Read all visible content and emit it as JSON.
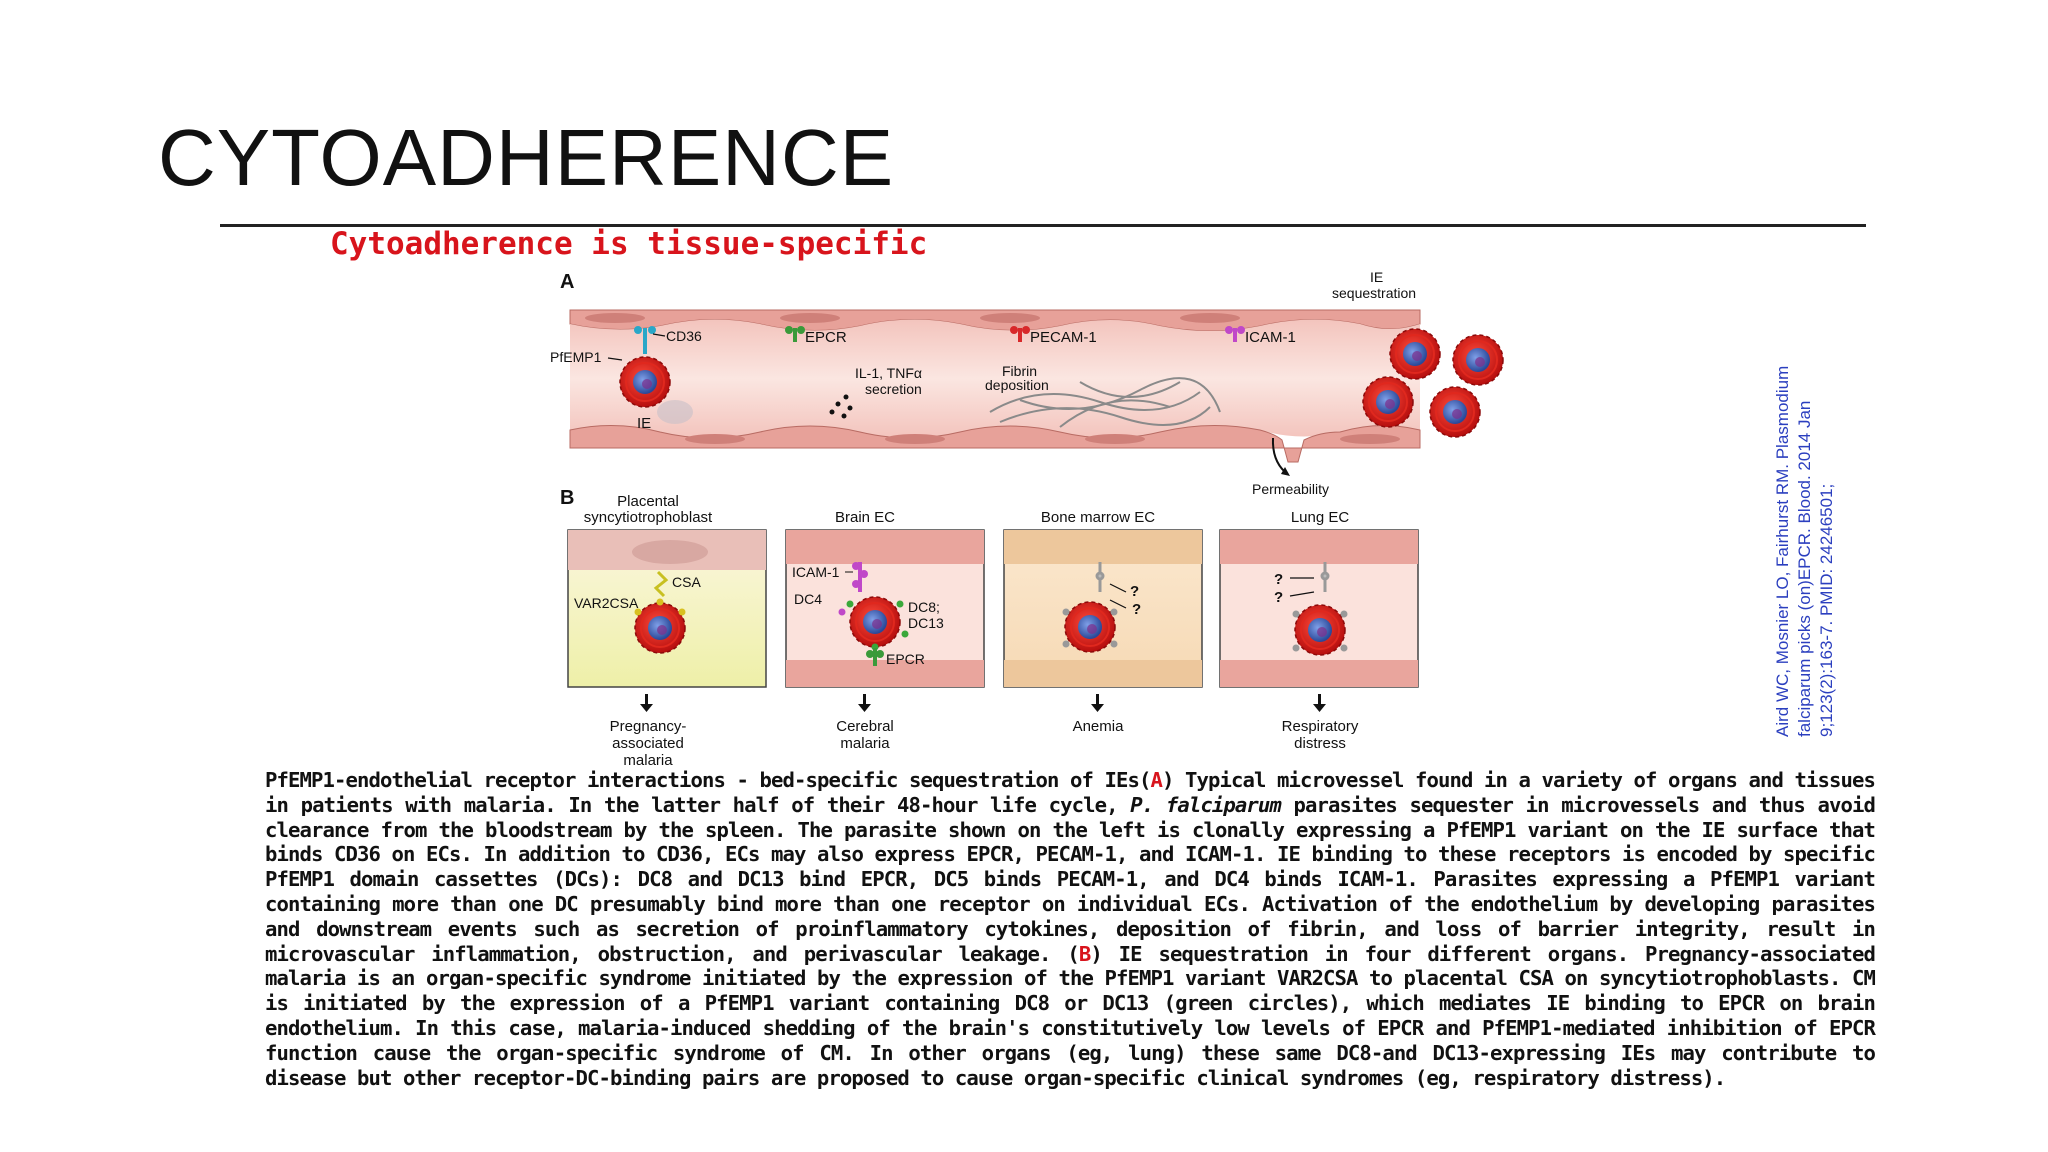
{
  "slide": {
    "title": "CYTOADHERENCE",
    "figure_heading": "Cytoadherence is tissue-specific"
  },
  "panel_a": {
    "letter": "A",
    "labels": {
      "cd36": "CD36",
      "pfemp1": "PfEMP1",
      "ie": "IE",
      "epcr": "EPCR",
      "pecam": "PECAM-1",
      "icam": "ICAM-1",
      "il1_line1": "IL-1, TNFα",
      "il1_line2": "secretion",
      "fibrin_line1": "Fibrin",
      "fibrin_line2": "deposition",
      "ie_seq_line1": "IE",
      "ie_seq_line2": "sequestration",
      "permeability": "Permeability"
    }
  },
  "panel_b": {
    "letter": "B",
    "organs": [
      {
        "title1": "Placental",
        "title2": "syncytiotrophoblast",
        "outcome1": "Pregnancy-",
        "outcome2": "associated",
        "outcome3": "malaria"
      },
      {
        "title1": "",
        "title2": "Brain EC",
        "outcome1": "Cerebral",
        "outcome2": "malaria",
        "outcome3": ""
      },
      {
        "title1": "",
        "title2": "Bone marrow EC",
        "outcome1": "Anemia",
        "outcome2": "",
        "outcome3": ""
      },
      {
        "title1": "",
        "title2": "Lung EC",
        "outcome1": "Respiratory",
        "outcome2": "distress",
        "outcome3": ""
      }
    ],
    "labels": {
      "csa": "CSA",
      "var2csa": "VAR2CSA",
      "icam": "ICAM-1",
      "dc4": "DC4",
      "dc8": "DC8;",
      "dc13": "DC13",
      "epcr": "EPCR",
      "q": "?"
    }
  },
  "citation": {
    "line1": "Aird WC, Mosnier LO, Fairhurst RM. Plasmodium",
    "line2": "falciparum picks (on)EPCR. Blood. 2014 Jan",
    "line3": "9;123(2):163-7. PMID: 24246501;"
  },
  "caption": {
    "s1": "PfEMP1-endothelial receptor interactions - bed-specific sequestration of IEs(",
    "label_a": "A",
    "s2": ") Typical microvessel found in a variety of organs and tissues in patients with malaria. In the latter half of their 48-hour life cycle, ",
    "s3_italic": "P. falciparum",
    "s4": " parasites sequester in microvessels and thus avoid clearance from the bloodstream by the spleen. The parasite shown on the left is clonally expressing a PfEMP1 variant on the IE surface that binds CD36 on ECs. In addition to CD36, ECs may also express EPCR, PECAM-1, and ICAM-1. IE binding to these receptors is encoded by specific PfEMP1 domain cassettes (DCs): DC8 and DC13 bind EPCR, DC5 binds PECAM-1, and DC4 binds ICAM-1. Parasites expressing a PfEMP1 variant containing more than one DC presumably bind more than one receptor on individual ECs. Activation of the endothelium by developing parasites and downstream events such as secretion of proinflammatory cytokines, deposition of fibrin, and loss of barrier integrity, result in microvascular inflammation, obstruction, and perivascular leakage. (",
    "label_b": "B",
    "s5": ") IE sequestration in four different organs. Pregnancy-associated malaria is an organ-specific syndrome initiated by the expression of the PfEMP1 variant VAR2CSA to placental CSA on syncytiotrophoblasts. CM is initiated by the expression of a PfEMP1 variant containing DC8 or DC13 (green circles), which mediates IE binding to EPCR on brain endothelium. In this case, malaria-induced shedding of the brain's constitutively low levels of EPCR and PfEMP1-mediated inhibition of EPCR function cause the organ-specific syndrome of CM. In other organs (eg, lung) these same DC8-and DC13-expressing IEs may contribute to disease but other receptor-DC-binding pairs are proposed to cause organ-specific clinical syndromes (eg, respiratory distress)."
  },
  "colors": {
    "heading_red": "#d8141c",
    "vessel_wall": "#e8a6a0",
    "vessel_lumen": "#f8dcd6",
    "ie_red": "#d81818",
    "ie_nucleus": "#3a5fb0",
    "citation_blue": "#2b3fbf"
  }
}
